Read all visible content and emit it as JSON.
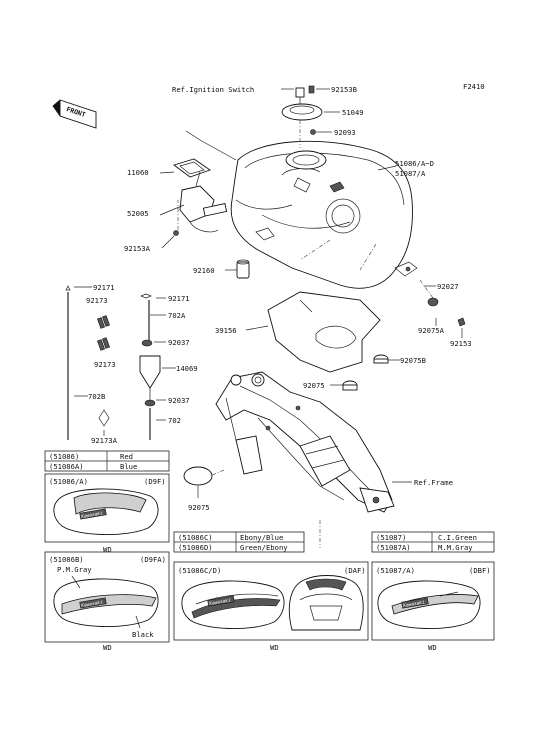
{
  "figure_code": "F2410",
  "front_badge": "FRONT",
  "callouts": {
    "ignition_switch": "Ref.Ignition Switch",
    "p92153B": "92153B",
    "p51049": "51049",
    "p92093": "92093",
    "p11060": "11060",
    "p51086": "51086/A~D",
    "p51087": "51087/A",
    "p52005": "52005",
    "p92153A": "92153A",
    "p92160": "92160",
    "p92027": "92027",
    "p92171_left": "92171",
    "p92173_top": "92173",
    "p92171_mid": "92171",
    "p702A": "702A",
    "p39156": "39156",
    "p92075A": "92075A",
    "p92153": "92153",
    "p92037_top": "92037",
    "p92173_mid": "92173",
    "p14069": "14069",
    "p92075B": "92075B",
    "p92075_mid": "92075",
    "p702B": "702B",
    "p92037_bottom": "92037",
    "p702": "702",
    "p92173A": "92173A",
    "ref_frame": "Ref.Frame",
    "p92075_bottom": "92075"
  },
  "color_table_a": [
    {
      "code": "(51086)",
      "color": "Red"
    },
    {
      "code": "(51086A)",
      "color": "Blue"
    }
  ],
  "color_table_c": [
    {
      "code": "(51086C)",
      "color": "Ebony/Blue"
    },
    {
      "code": "(51086D)",
      "color": "Green/Ebony"
    }
  ],
  "color_table_e": [
    {
      "code": "(51087)",
      "color": "C.I.Green"
    },
    {
      "code": "(51087A)",
      "color": "M.M.Gray"
    }
  ],
  "variants": {
    "a": {
      "code": "(51086/A)",
      "tag": "(D9F)",
      "brand": "Kawasaki",
      "footer": "WD"
    },
    "b": {
      "code": "(51086B)",
      "tag": "(D9FA)",
      "note1": "P.M.Gray",
      "note2": "Black",
      "brand": "Kawasaki",
      "footer": "WD"
    },
    "c": {
      "code": "(51086C/D)",
      "tag": "(DAF)",
      "brand": "Kawasaki",
      "footer": "WD"
    },
    "e": {
      "code": "(51087/A)",
      "tag": "(DBF)",
      "brand": "Kawasaki",
      "footer": "WD"
    }
  }
}
